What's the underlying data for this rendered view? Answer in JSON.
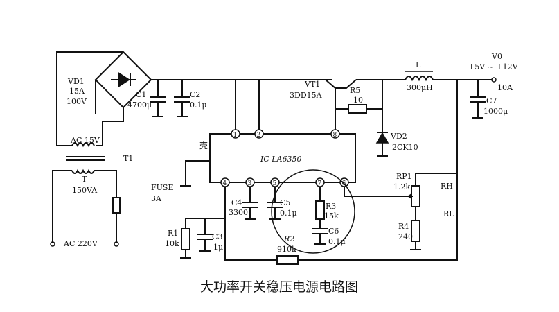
{
  "caption": "大功率开关稳压电源电路图",
  "bridge": {
    "name": "VD1",
    "rating1": "15A",
    "rating2": "100V"
  },
  "ac15": "AC 15V",
  "t1": "T1",
  "transformer": {
    "name": "T",
    "rating": "150VA"
  },
  "ac220": "AC 220V",
  "c1": {
    "name": "C1",
    "value": "4700μ"
  },
  "c2": {
    "name": "C2",
    "value": "0.1μ"
  },
  "vt1": {
    "name": "VT1",
    "model": "3DD15A"
  },
  "r5": {
    "name": "R5",
    "value": "10"
  },
  "l": {
    "name": "L",
    "value": "300μH"
  },
  "vd2": {
    "name": "VD2",
    "model": "2CK10"
  },
  "c7": {
    "name": "C7",
    "value": "1000μ"
  },
  "output": {
    "name": "V0",
    "range": "+5V ~ +12V",
    "current": "10A"
  },
  "case_label": "壳",
  "ic": {
    "label": "IC LA6350",
    "pins": [
      "1",
      "2",
      "8",
      "4",
      "3",
      "5",
      "7",
      "6"
    ]
  },
  "fuse": {
    "name": "FUSE",
    "value": "3A"
  },
  "c4": {
    "name": "C4",
    "value": "3300"
  },
  "c5": {
    "name": "C5",
    "value": "0.1μ"
  },
  "r3": {
    "name": "R3",
    "value": "15k"
  },
  "c6": {
    "name": "C6",
    "value": "0.1μ"
  },
  "r1": {
    "name": "R1",
    "value": "10k"
  },
  "c3": {
    "name": "C3",
    "value": "1μ"
  },
  "r2": {
    "name": "R2",
    "value": "910k"
  },
  "rp1": {
    "name": "RP1",
    "value": "1.2k"
  },
  "rh": "RH",
  "rl": "RL",
  "r4": {
    "name": "R4",
    "value": "240"
  }
}
